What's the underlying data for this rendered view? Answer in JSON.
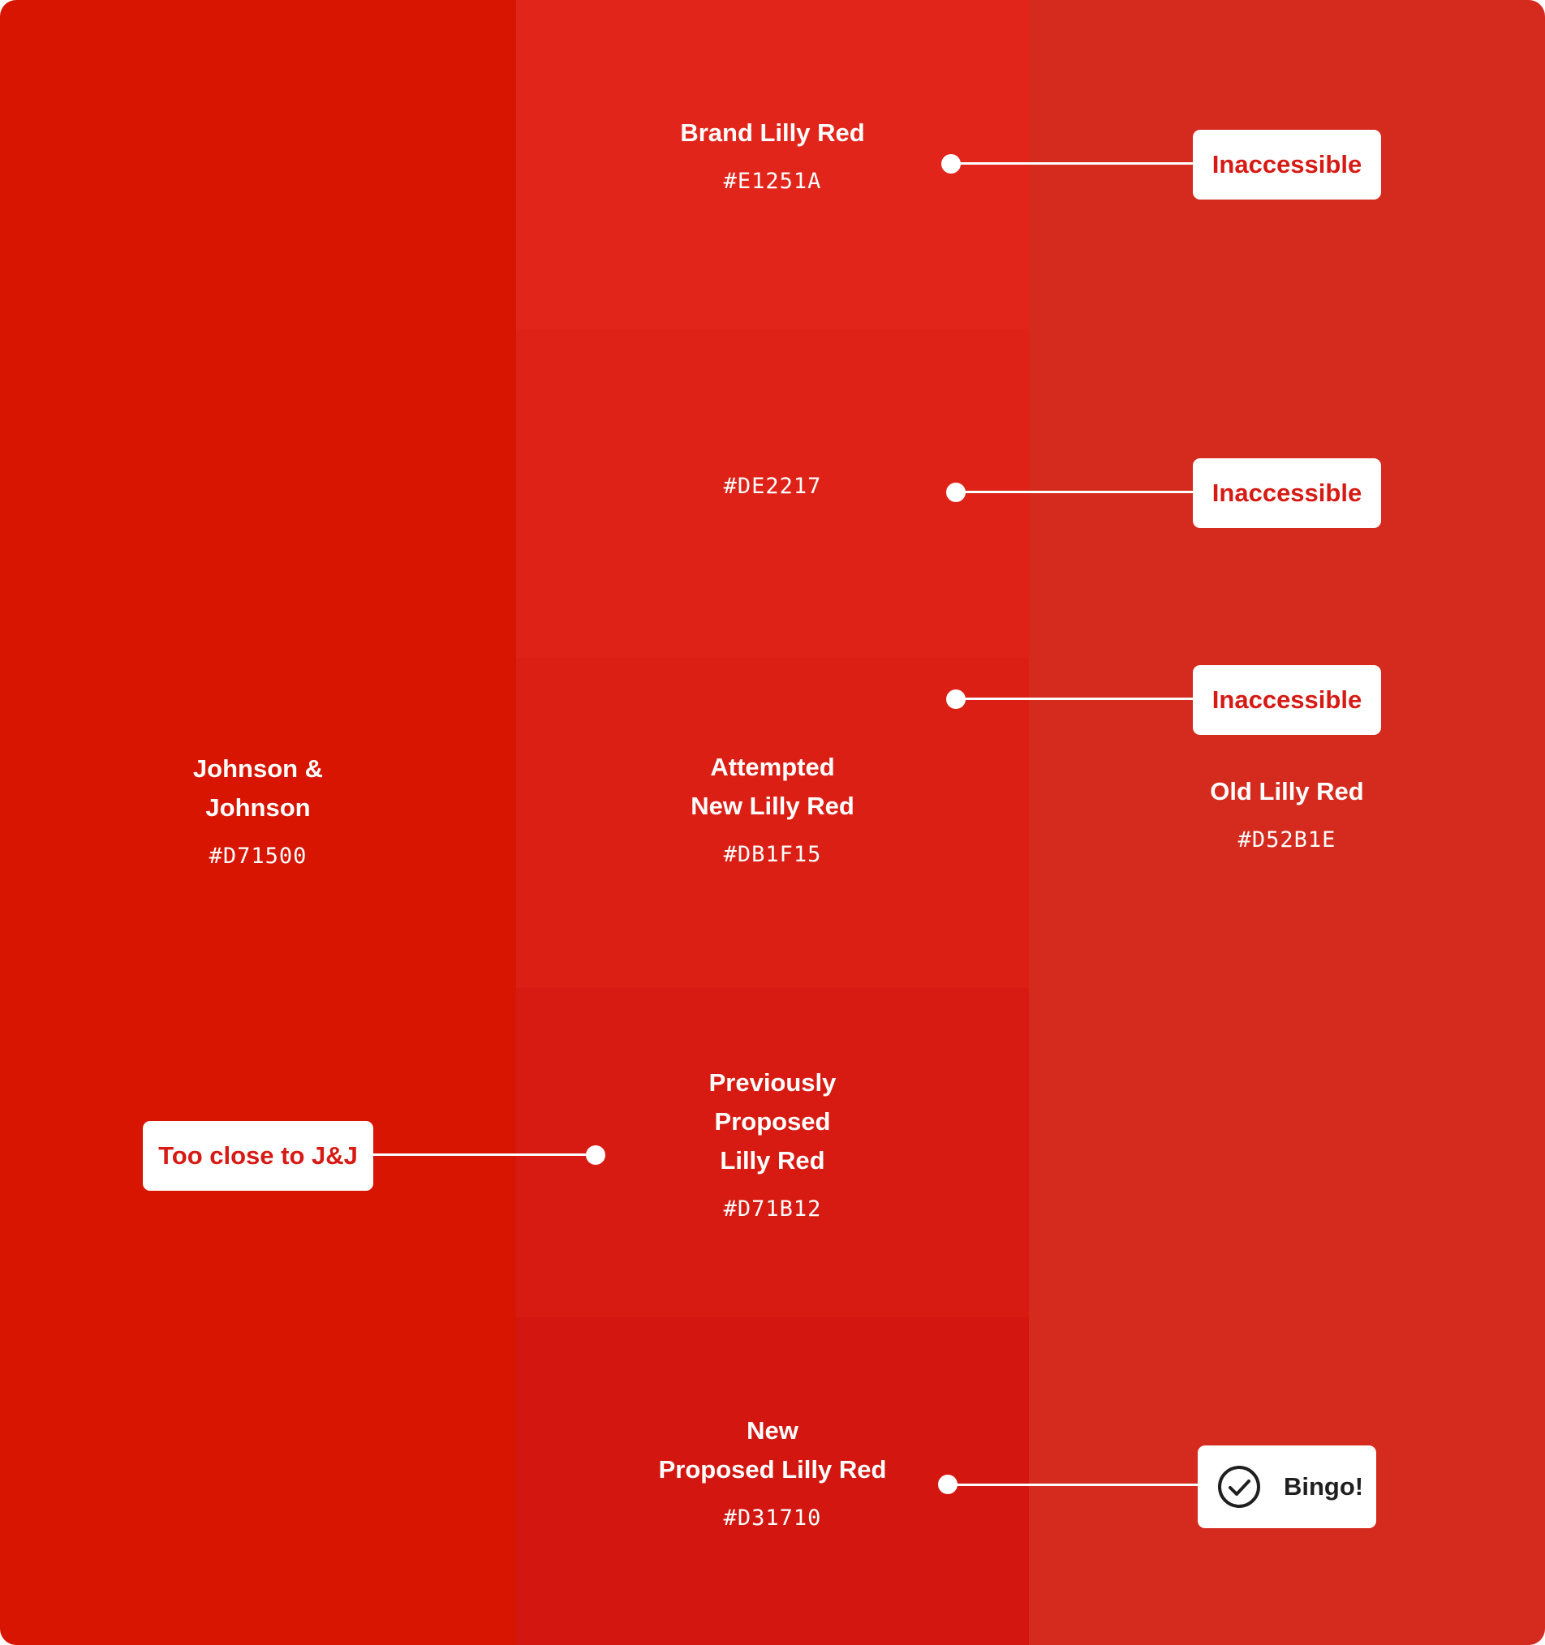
{
  "colors": {
    "left": "#D71500",
    "right": "#D52B1E",
    "tag_text": "#D61A14",
    "bingo_text": "#1F1F1F"
  },
  "left_column": {
    "name": "Johnson &\nJohnson",
    "hex": "#D71500"
  },
  "right_column": {
    "name": "Old Lilly Red",
    "hex": "#D52B1E"
  },
  "swatches": [
    {
      "name": "Brand Lilly Red",
      "hex": "#E1251A"
    },
    {
      "name": "",
      "hex": "#DE2217"
    },
    {
      "name": "Attempted\nNew Lilly Red",
      "hex": "#DB1F15"
    },
    {
      "name": "Previously\nProposed\nLilly Red",
      "hex": "#D71B12"
    },
    {
      "name": "New\nProposed Lilly Red",
      "hex": "#D31710"
    }
  ],
  "tags": {
    "brand": "Inaccessible",
    "de2217": "Inaccessible",
    "attempted": "Inaccessible",
    "previously": "Too close to J&J",
    "bingo": "Bingo!"
  },
  "icons": {
    "bingo": "check-circle-icon"
  }
}
